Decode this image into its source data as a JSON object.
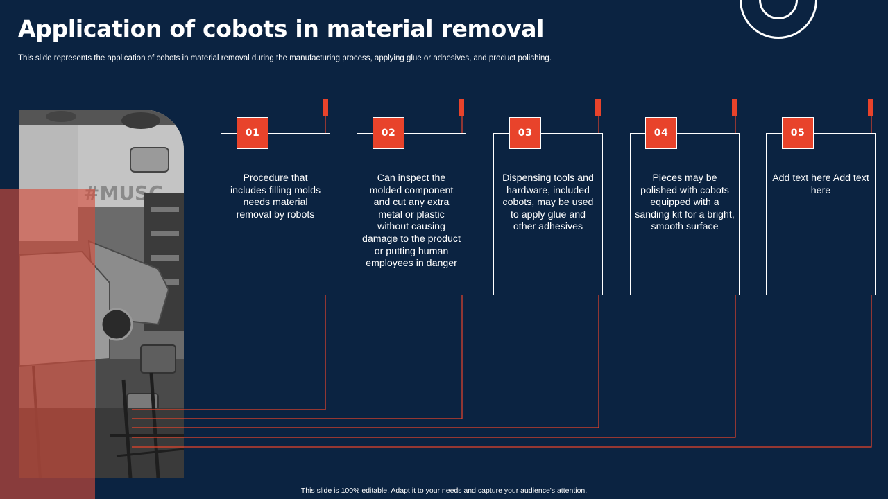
{
  "slide": {
    "title": "Application of cobots in material removal",
    "subtitle": "This slide represents the application of cobots in material removal during the manufacturing process, applying glue or adhesives, and product polishing.",
    "footer": "This slide is 100% editable.  Adapt it to your needs and capture your audience's attention."
  },
  "steps": [
    {
      "number": "01",
      "text": "Procedure that includes filling molds needs material removal by robots"
    },
    {
      "number": "02",
      "text": "Can inspect the molded component and cut any extra metal or plastic without causing damage to the product or putting human employees in danger"
    },
    {
      "number": "03",
      "text": "Dispensing tools and hardware, included cobots, may be used to apply glue and other adhesives"
    },
    {
      "number": "04",
      "text": "Pieces may be polished with cobots equipped with a sanding kit for a bright, smooth surface"
    },
    {
      "number": "05",
      "text": "Add text here Add text here"
    }
  ],
  "colors": {
    "background": "#0b2341",
    "accent": "#e8432b",
    "text": "#ffffff"
  },
  "photo": {
    "wall_text": "#MUSC"
  }
}
